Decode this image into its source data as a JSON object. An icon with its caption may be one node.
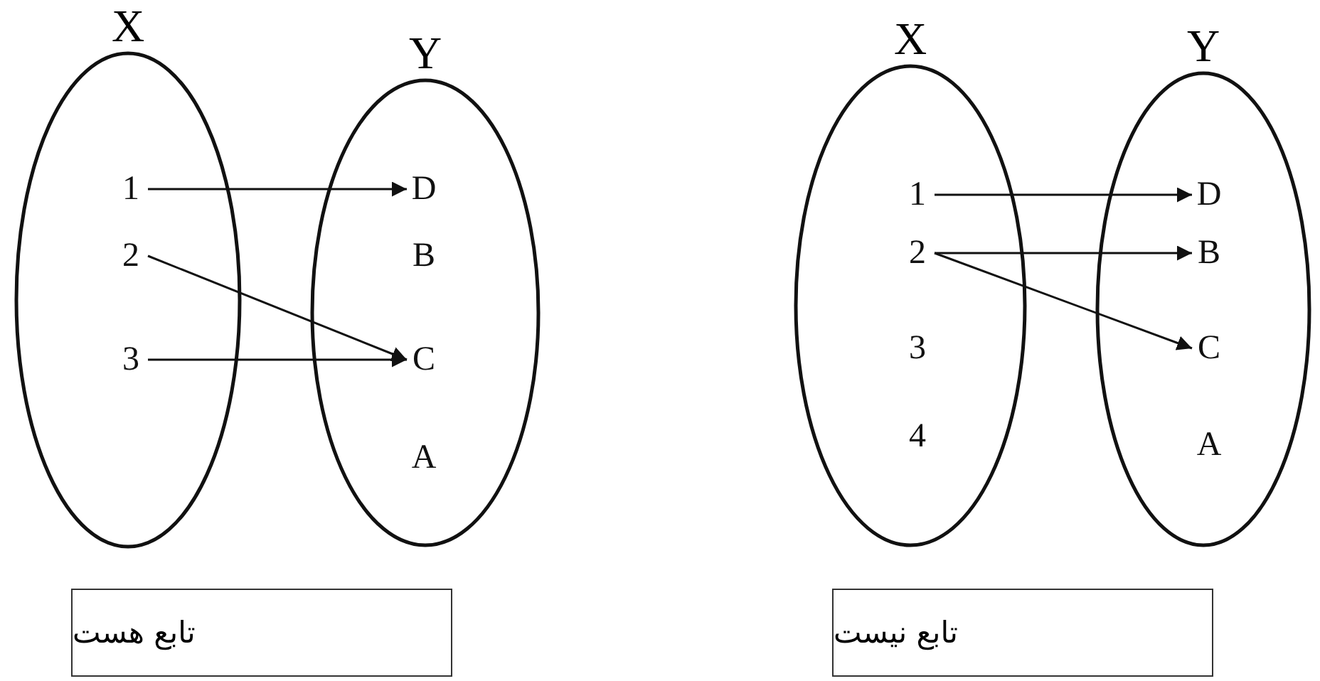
{
  "diagram": {
    "nodes": [
      {
        "text": [
          "X"
        ]
      },
      {
        "text": [
          "1"
        ],
        "in": 0
      },
      {
        "text": [
          "2"
        ],
        "in": 0
      },
      {
        "text": [
          "3"
        ],
        "in": 0
      },
      {
        "text": [
          "Y"
        ]
      },
      {
        "text": [
          "D"
        ],
        "in": 4
      },
      {
        "text": [
          "B"
        ],
        "in": 4
      },
      {
        "text": [
          "C"
        ],
        "in": 4
      },
      {
        "text": [
          "A"
        ],
        "in": 4
      },
      {
        "text": [
          "X"
        ]
      },
      {
        "text": [
          "1"
        ],
        "in": 9
      },
      {
        "text": [
          "2"
        ],
        "in": 9
      },
      {
        "text": [
          "3"
        ],
        "in": 9
      },
      {
        "text": [
          "4"
        ],
        "in": 9
      },
      {
        "text": [
          "Y"
        ]
      },
      {
        "text": [
          "D"
        ],
        "in": 14
      },
      {
        "text": [
          "B"
        ],
        "in": 14
      },
      {
        "text": [
          "C"
        ],
        "in": 14
      },
      {
        "text": [
          "A"
        ],
        "in": 14
      },
      {
        "text": [
          "تابع هست"
        ]
      },
      {
        "text": [
          "تابع نیست"
        ]
      }
    ],
    "edges": [
      {
        "from": 1,
        "to": 5,
        "arrow": "to"
      },
      {
        "from": 2,
        "to": 7,
        "arrow": "to"
      },
      {
        "from": 3,
        "to": 7,
        "arrow": "to"
      },
      {
        "from": 10,
        "to": 15,
        "arrow": "to"
      },
      {
        "from": 11,
        "to": 16,
        "arrow": "to"
      },
      {
        "from": 11,
        "to": 17,
        "arrow": "to"
      }
    ]
  }
}
